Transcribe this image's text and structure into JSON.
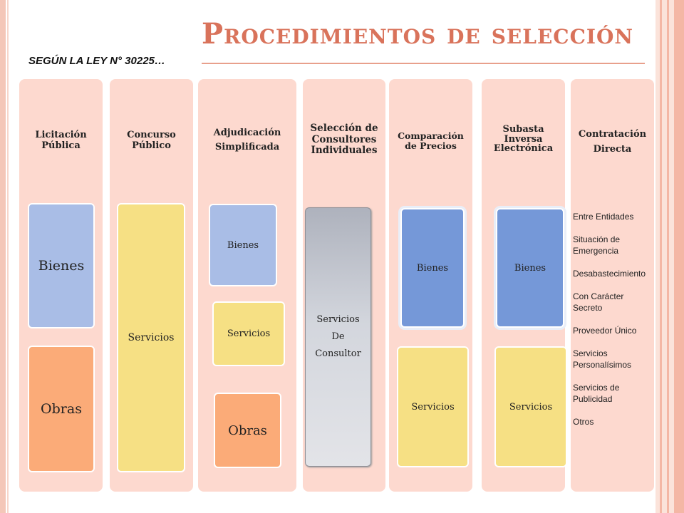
{
  "title": "Procedimientos de selección",
  "subtitle": "SEGÚN LA LEY N° 30225…",
  "columns": [
    {
      "head": [
        "Licitación",
        "Pública"
      ],
      "boxes": [
        "Bienes",
        "Obras"
      ]
    },
    {
      "head": [
        "Concurso",
        "Público"
      ],
      "boxes": [
        "Servicios"
      ]
    },
    {
      "head": [
        "Adjudicación",
        "Simplificada"
      ],
      "boxes": [
        "Bienes",
        "Servicios",
        "Obras"
      ]
    },
    {
      "head": [
        "Selección de",
        "Consultores",
        "Individuales"
      ],
      "boxes": [
        "Servicios",
        "De",
        "Consultor"
      ]
    },
    {
      "head": [
        "Comparación",
        "de Precios"
      ],
      "boxes": [
        "Bienes",
        "Servicios"
      ]
    },
    {
      "head": [
        "Subasta",
        "Inversa",
        "Electrónica"
      ],
      "boxes": [
        "Bienes",
        "Servicios"
      ]
    },
    {
      "head": [
        "Contratación",
        "Directa"
      ],
      "items": [
        "Entre Entidades",
        "Situación de Emergencia",
        "Desabastecimiento",
        "Con Carácter Secreto",
        "Proveedor Único",
        "Servicios Personalísimos",
        "Servicios de Publicidad",
        "Otros"
      ]
    }
  ],
  "colors": {
    "accent": "#d9735b",
    "column_bg": "#fdd9cf",
    "blue_light": "#a9bde6",
    "blue": "#7598d8",
    "yellow": "#f6e084",
    "orange": "#fbab78"
  }
}
